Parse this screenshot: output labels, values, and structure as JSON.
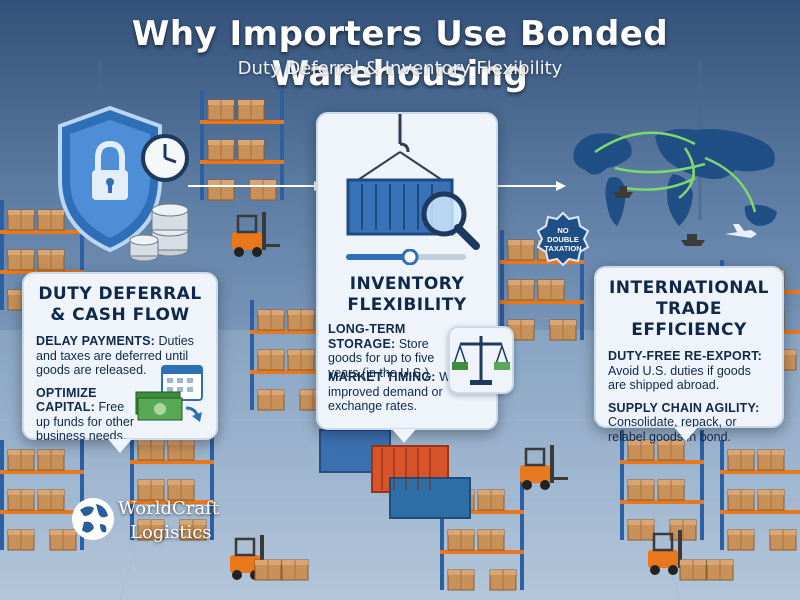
{
  "header": {
    "title": "Why Importers Use Bonded Warehousing",
    "subtitle": "Duty Deferral & Inventory Flexibility"
  },
  "panels": [
    {
      "heading_line1": "DUTY DEFERRAL",
      "heading_line2": "& CASH FLOW",
      "items": [
        {
          "label": "DELAY PAYMENTS:",
          "text": "Duties and taxes are deferred until goods are released."
        },
        {
          "label": "OPTIMIZE CAPITAL:",
          "text": "Free up funds for other business needs."
        }
      ],
      "icons": [
        "shield-lock-icon",
        "clock-icon",
        "coin-stack-icon",
        "calendar-icon",
        "money-icon"
      ]
    },
    {
      "heading_line1": "INVENTORY",
      "heading_line2": "FLEXIBILITY",
      "items": [
        {
          "label": "LONG-TERM STORAGE:",
          "text": "Store goods for up to five years (in the U.S.)."
        },
        {
          "label": "MARKET TIMING:",
          "text": "Wait for improved demand or exchange rates."
        }
      ],
      "icons": [
        "container-crane-icon",
        "magnifier-icon",
        "balance-scale-icon"
      ]
    },
    {
      "heading_line1": "INTERNATIONAL",
      "heading_line2": "TRADE EFFICIENCY",
      "items": [
        {
          "label": "DUTY-FREE RE-EXPORT:",
          "text": "Avoid U.S. duties if goods are shipped abroad."
        },
        {
          "label": "SUPPLY CHAIN AGILITY:",
          "text": "Consolidate, repack, or relabel goods in bond."
        }
      ],
      "badge": "NO DOUBLE TAXATION",
      "icons": [
        "world-map-icon",
        "ship-icon",
        "airplane-icon"
      ]
    }
  ],
  "logo": {
    "line1": "WorldCraft",
    "line2": "Logistics"
  },
  "colors": {
    "card_bg": "#eef4fa",
    "heading": "#10284a",
    "accent_blue": "#2f6fb8",
    "forklift_orange": "#e8781e",
    "container_orange": "#d9532a",
    "box_brown": "#c8915a"
  }
}
